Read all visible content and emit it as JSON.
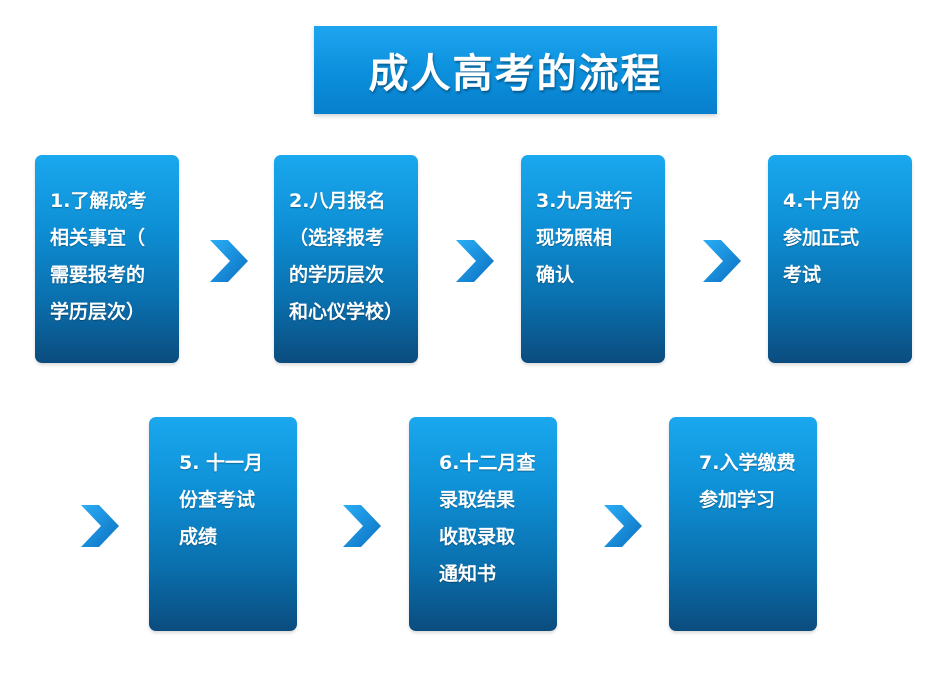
{
  "title": "成人高考的流程",
  "steps": [
    {
      "text": "1.了解成考\n相关事宜（\n需要报考的\n学历层次）"
    },
    {
      "text": "2.八月报名\n（选择报考\n的学历层次\n和心仪学校）"
    },
    {
      "text": "3.九月进行\n现场照相\n确认"
    },
    {
      "text": "4.十月份\n参加正式\n考试"
    },
    {
      "text": "5. 十一月\n份查考试\n成绩"
    },
    {
      "text": "6.十二月查\n录取结果\n收取录取\n通知书"
    },
    {
      "text": "7.入学缴费\n参加学习"
    }
  ],
  "colors": {
    "card_top": "#1aa8ee",
    "card_bottom": "#0b4c7e",
    "arrow": "#1a8fe0",
    "title_bg": "#0b8fdc"
  },
  "icons": {
    "arrow": "chevron-right-icon"
  }
}
